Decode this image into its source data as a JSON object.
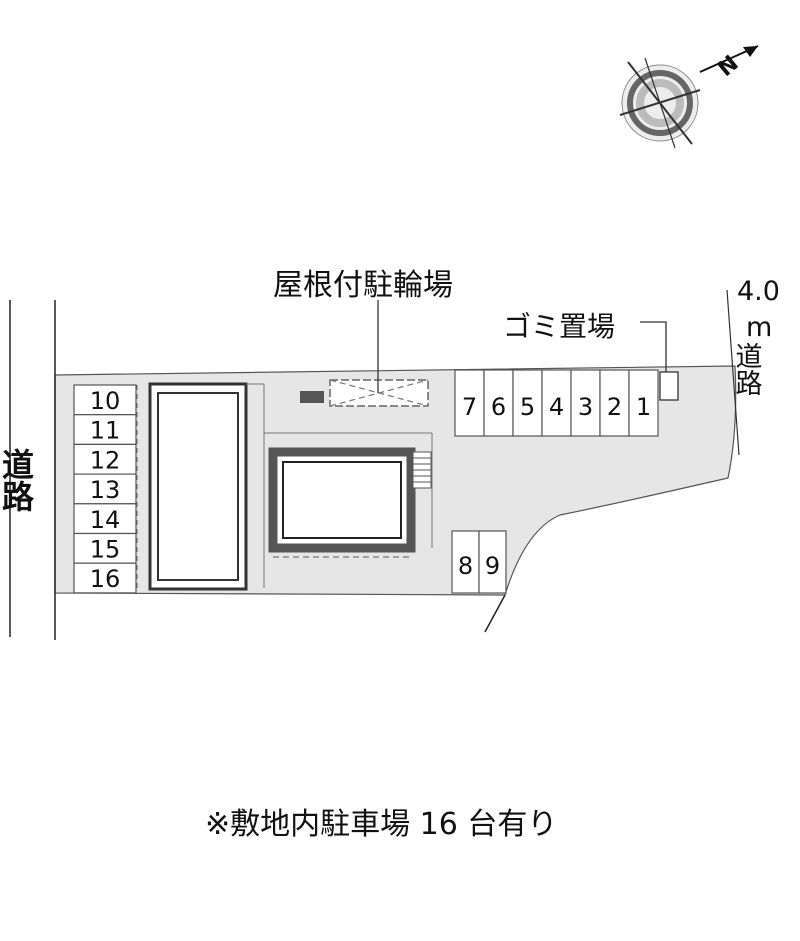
{
  "labels": {
    "road_left": "道路",
    "road_right_width": "4.0",
    "road_right_unit": "m",
    "road_right_name": "道路",
    "bicycle_parking": "屋根付駐輪場",
    "garbage": "ゴミ置場",
    "compass": "N"
  },
  "footer": "※敷地内駐車場 16 台有り",
  "parking": {
    "top_row": [
      "7",
      "6",
      "5",
      "4",
      "3",
      "2",
      "1"
    ],
    "middle": [
      "8",
      "9"
    ],
    "left_column": [
      "10",
      "11",
      "12",
      "13",
      "14",
      "15",
      "16"
    ]
  }
}
